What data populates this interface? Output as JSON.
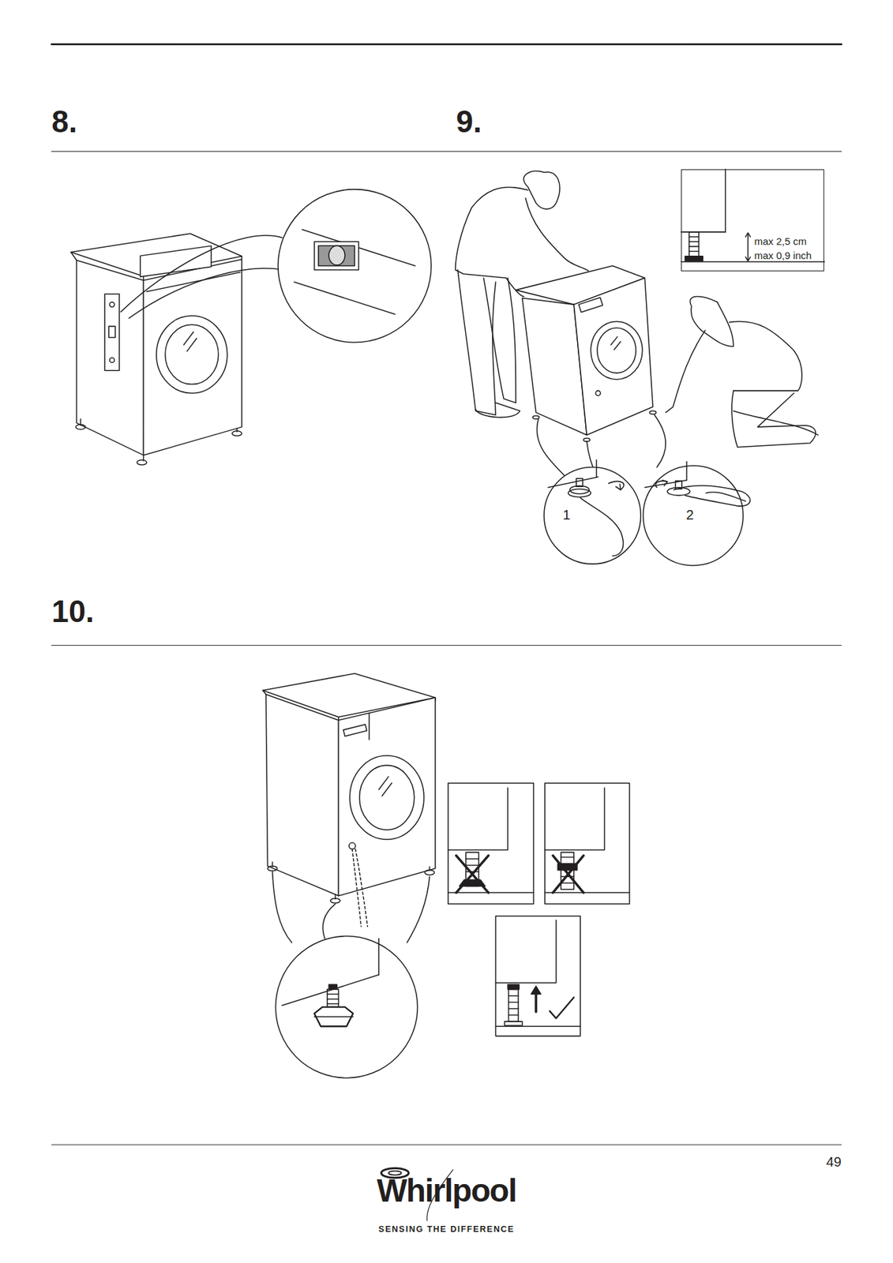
{
  "diagram": {
    "nodes": [
      {
        "text": [
          "max 2,5 cm",
          "max 0,9 inch"
        ]
      }
    ],
    "labels": [
      "8.",
      "9.",
      "10.",
      "1",
      "2",
      "49",
      "Whirlpool",
      "SENSING THE DIFFERENCE"
    ]
  }
}
